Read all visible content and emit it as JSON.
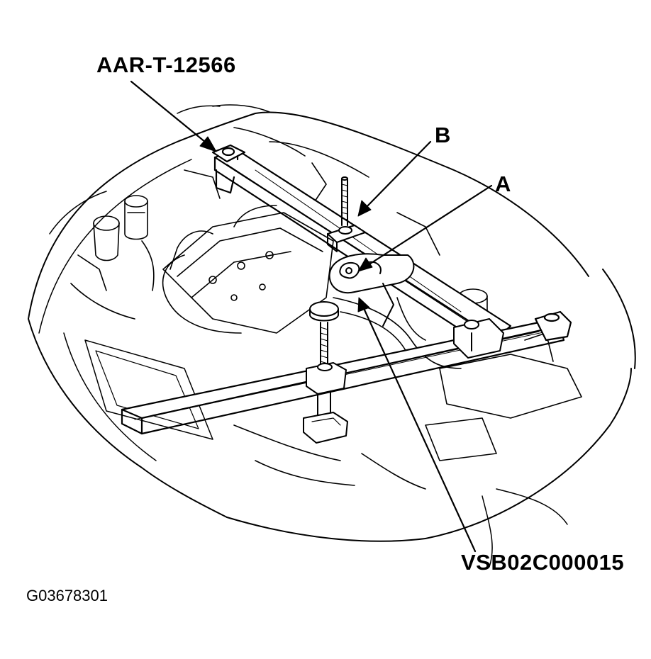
{
  "labels": {
    "tool_top": "AAR-T-12566",
    "callout_b": "B",
    "callout_a": "A",
    "tool_bottom": "VSB02C000015",
    "figure_id": "G03678301"
  },
  "colors": {
    "ink": "#000000",
    "paper": "#ffffff",
    "tool_fill": "#e8e8e8"
  }
}
